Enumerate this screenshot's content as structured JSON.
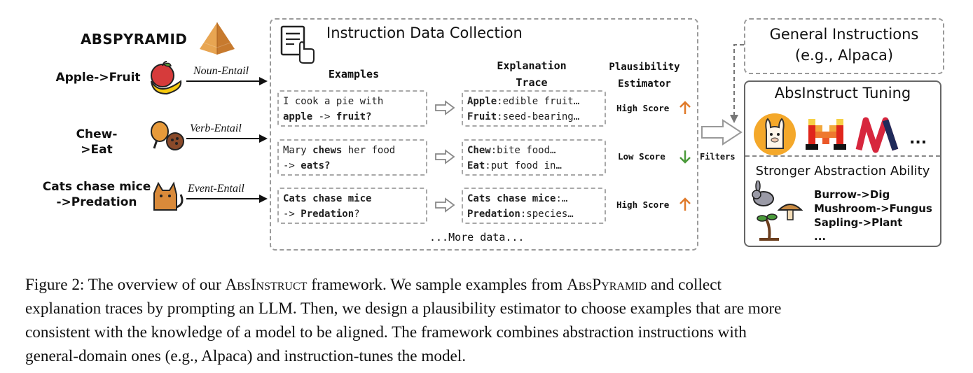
{
  "left": {
    "brand": "ABSPYRAMID",
    "rows": [
      {
        "concept": "Apple->Fruit",
        "relation": "Noun-Entail"
      },
      {
        "concept_line1": "Chew->Eat",
        "relation": "Verb-Entail"
      },
      {
        "concept_line1": "Cats chase mice",
        "concept_line2": "->Predation",
        "relation": "Event-Entail"
      }
    ]
  },
  "middle": {
    "title": "Instruction Data Collection",
    "col_examples": "Examples",
    "col_trace_1": "Explanation",
    "col_trace_2": "Trace",
    "col_plaus_1": "Plausibility",
    "col_plaus_2": "Estimator",
    "examples": [
      {
        "l1_pre": "I cook a pie with",
        "l2_b1": "apple",
        "l2_mid": " -> ",
        "l2_b2": "fruit?"
      },
      {
        "l1_pre": "Mary ",
        "l1_b": "chews",
        "l1_post": " her food",
        "l2_pre": "-> ",
        "l2_b": "eats?"
      },
      {
        "l1_b": "Cats chase mice",
        "l2_pre": "-> ",
        "l2_b": "Predation",
        "l2_post": "?"
      }
    ],
    "traces": [
      {
        "t1_b": "Apple",
        "t1": ":edible fruit…",
        "t2_b": "Fruit",
        "t2": ":seed-bearing…"
      },
      {
        "t1_b": "Chew",
        "t1": ":bite food…",
        "t2_b": "Eat",
        "t2": ":put food in…"
      },
      {
        "t1_b": "Cats chase mice",
        "t1": ":…",
        "t2_b": "Predation",
        "t2": ":species…"
      }
    ],
    "scores": [
      "High Score",
      "Low Score",
      "High Score"
    ],
    "more": "...More data...",
    "filters": "Filters"
  },
  "right": {
    "general_1": "General Instructions",
    "general_2": "(e.g., Alpaca)",
    "tuning_title": "AbsInstruct Tuning",
    "ellipsis": "...",
    "ability_title": "Stronger Abstraction Ability",
    "abilities": [
      "Burrow->Dig",
      "Mushroom->Fungus",
      "Sapling->Plant",
      "..."
    ]
  },
  "caption": {
    "prefix": "Figure 2: The overview of our ",
    "abs_instruct": "AbsInstruct",
    "mid1": " framework. We sample examples from ",
    "abs_pyramid": "AbsPyramid",
    "rest1": " and collect",
    "line2": "explanation traces by prompting an LLM. Then, we design a plausibility estimator to choose examples that are more",
    "line3": "consistent with the knowledge of a model to be aligned. The framework combines abstraction instructions with",
    "line4": "general-domain ones (e.g., Alpaca) and instruction-tunes the model."
  },
  "colors": {
    "up_arrow": "#e07a2a",
    "down_arrow": "#4a9a3a",
    "dashed": "#9a9a9a"
  }
}
